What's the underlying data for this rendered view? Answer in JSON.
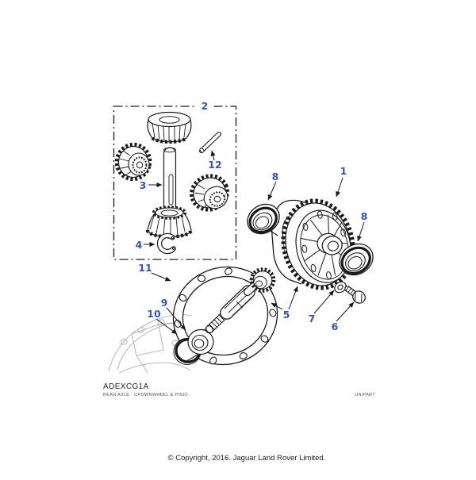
{
  "footer": {
    "drawing_code": "ADEXCG1A",
    "drawing_title": "REAR AXLE - CROWNWHEEL & PINIO",
    "brand": "UNIPART"
  },
  "copyright_line": "© Copyright, 2016. Jaguar Land Rover Limited.",
  "diagram": {
    "description": "Exploded line drawing: rear axle crownwheel & pinion with differential gear kit",
    "colors": {
      "callout": "#2f55cc",
      "line": "#1a1a1a",
      "ghost": "#b9b9b9"
    },
    "callouts": {
      "c1": "1",
      "c2": "2",
      "c3": "3",
      "c4": "4",
      "c5": "5",
      "c6": "6",
      "c7": "7",
      "c8_left": "8",
      "c8_right": "8",
      "c9": "9",
      "c10": "10",
      "c11": "11",
      "c12": "12"
    }
  }
}
